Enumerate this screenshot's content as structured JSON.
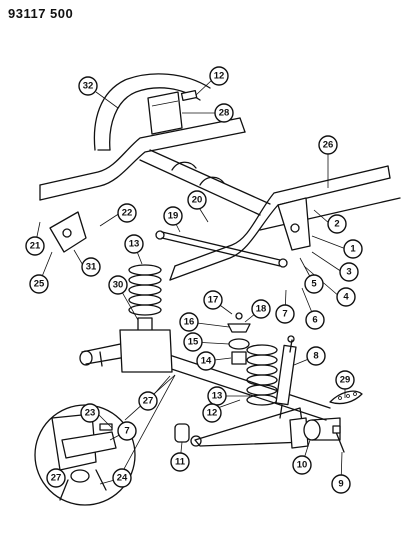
{
  "header": {
    "code": "93117  500"
  },
  "callouts": [
    {
      "label": "32"
    },
    {
      "label": "12"
    },
    {
      "label": "28"
    },
    {
      "label": "26"
    },
    {
      "label": "22"
    },
    {
      "label": "20"
    },
    {
      "label": "19"
    },
    {
      "label": "2"
    },
    {
      "label": "1"
    },
    {
      "label": "3"
    },
    {
      "label": "4"
    },
    {
      "label": "5"
    },
    {
      "label": "6"
    },
    {
      "label": "7"
    },
    {
      "label": "21"
    },
    {
      "label": "31"
    },
    {
      "label": "25"
    },
    {
      "label": "13"
    },
    {
      "label": "30"
    },
    {
      "label": "17"
    },
    {
      "label": "18"
    },
    {
      "label": "16"
    },
    {
      "label": "15"
    },
    {
      "label": "14"
    },
    {
      "label": "8"
    },
    {
      "label": "29"
    },
    {
      "label": "27"
    },
    {
      "label": "13"
    },
    {
      "label": "12"
    },
    {
      "label": "23"
    },
    {
      "label": "7"
    },
    {
      "label": "27"
    },
    {
      "label": "24"
    },
    {
      "label": "11"
    },
    {
      "label": "10"
    },
    {
      "label": "9"
    }
  ]
}
